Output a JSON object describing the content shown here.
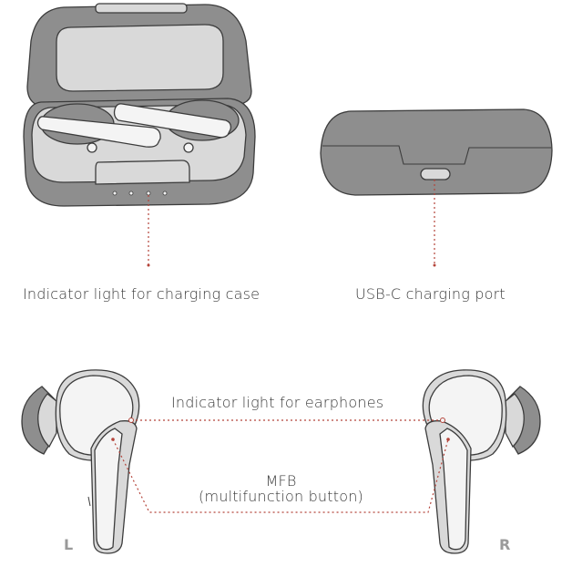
{
  "labels": {
    "case_indicator": "Indicator light for charging case",
    "usb_port": "USB-C charging port",
    "earphone_indicator": "Indicator light for earphones",
    "mfb_line1": "MFB",
    "mfb_line2": "(multifunction button)",
    "left": "L",
    "right": "R"
  },
  "colors": {
    "body_gray": "#8e8e8e",
    "light_gray": "#d9d9d9",
    "white_part": "#f4f4f4",
    "outline": "#3c3c3c",
    "pointer": "#b5443a"
  }
}
